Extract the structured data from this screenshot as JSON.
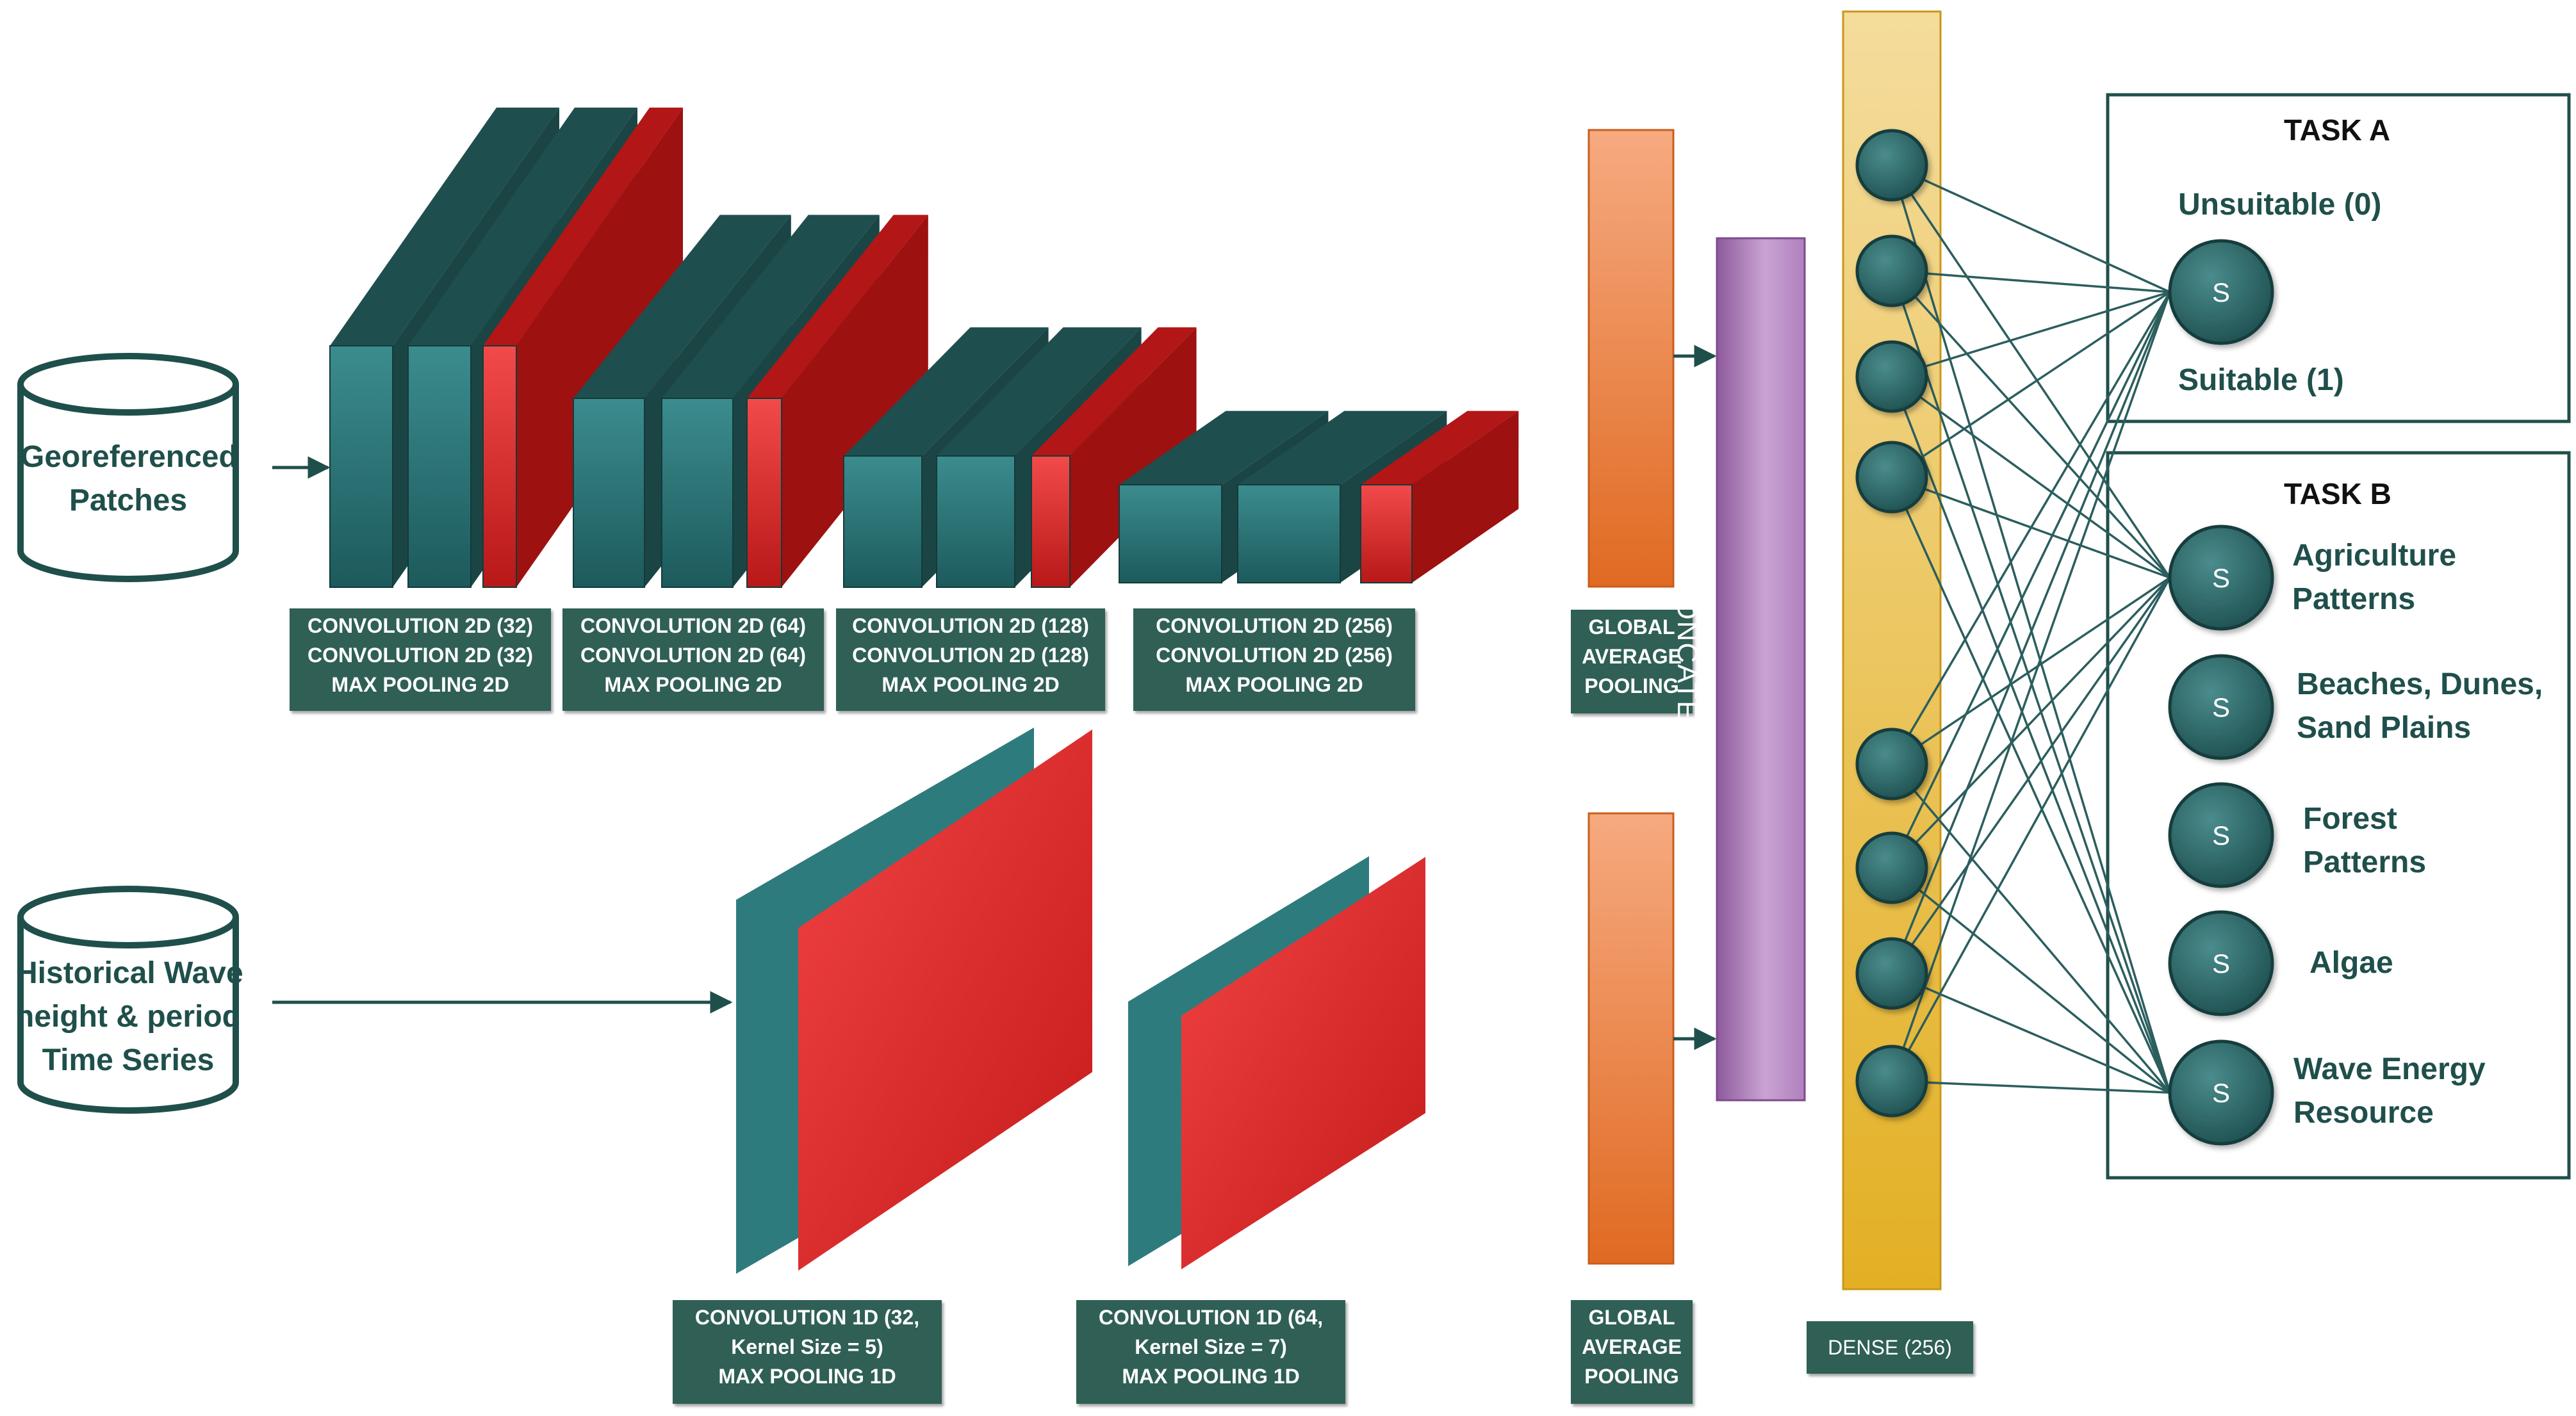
{
  "inputs": {
    "patches": [
      "Georeferenced",
      "Patches"
    ],
    "series": [
      "Historical Wave",
      "height & period",
      "Time Series"
    ]
  },
  "conv2d_blocks": [
    [
      "CONVOLUTION 2D (32)",
      "CONVOLUTION 2D (32)",
      "MAX POOLING 2D"
    ],
    [
      "CONVOLUTION 2D (64)",
      "CONVOLUTION 2D (64)",
      "MAX POOLING 2D"
    ],
    [
      "CONVOLUTION 2D (128)",
      "CONVOLUTION 2D (128)",
      "MAX POOLING 2D"
    ],
    [
      "CONVOLUTION 2D (256)",
      "CONVOLUTION 2D (256)",
      "MAX POOLING 2D"
    ]
  ],
  "conv1d_blocks": [
    [
      "CONVOLUTION 1D (32,",
      "Kernel Size = 5)",
      "MAX POOLING 1D"
    ],
    [
      "CONVOLUTION 1D (64,",
      "Kernel Size = 7)",
      "MAX POOLING 1D"
    ]
  ],
  "pooling": {
    "top": [
      "GLOBAL",
      "AVERAGE",
      "POOLING"
    ],
    "bottom": [
      "GLOBAL",
      "AVERAGE",
      "POOLING"
    ]
  },
  "concatenation": "CONCATENATION",
  "dense": "DENSE (256)",
  "task_a": {
    "title": "TASK A",
    "classes": [
      "Unsuitable (0)",
      "Suitable (1)"
    ]
  },
  "task_b": {
    "title": "TASK B",
    "outputs": [
      [
        "Agriculture",
        "Patterns"
      ],
      [
        "Beaches, Dunes,",
        "Sand Plains"
      ],
      [
        "Forest",
        "Patterns"
      ],
      [
        "Algae"
      ],
      [
        "Wave Energy",
        "Resource"
      ]
    ]
  },
  "sigmoid_symbol": "S",
  "colors": {
    "teal_dark": "#1f4e4e",
    "teal_mid": "#2e7d7f",
    "red_dark": "#a81414",
    "red_bright": "#ef3b3b",
    "label_bg": "#2f5f55",
    "pool_orange": "#e8752a",
    "concat_purple": "#a77ab3",
    "dense_yellow": "#e9bc3a",
    "node_teal": "#2d6b6b"
  }
}
